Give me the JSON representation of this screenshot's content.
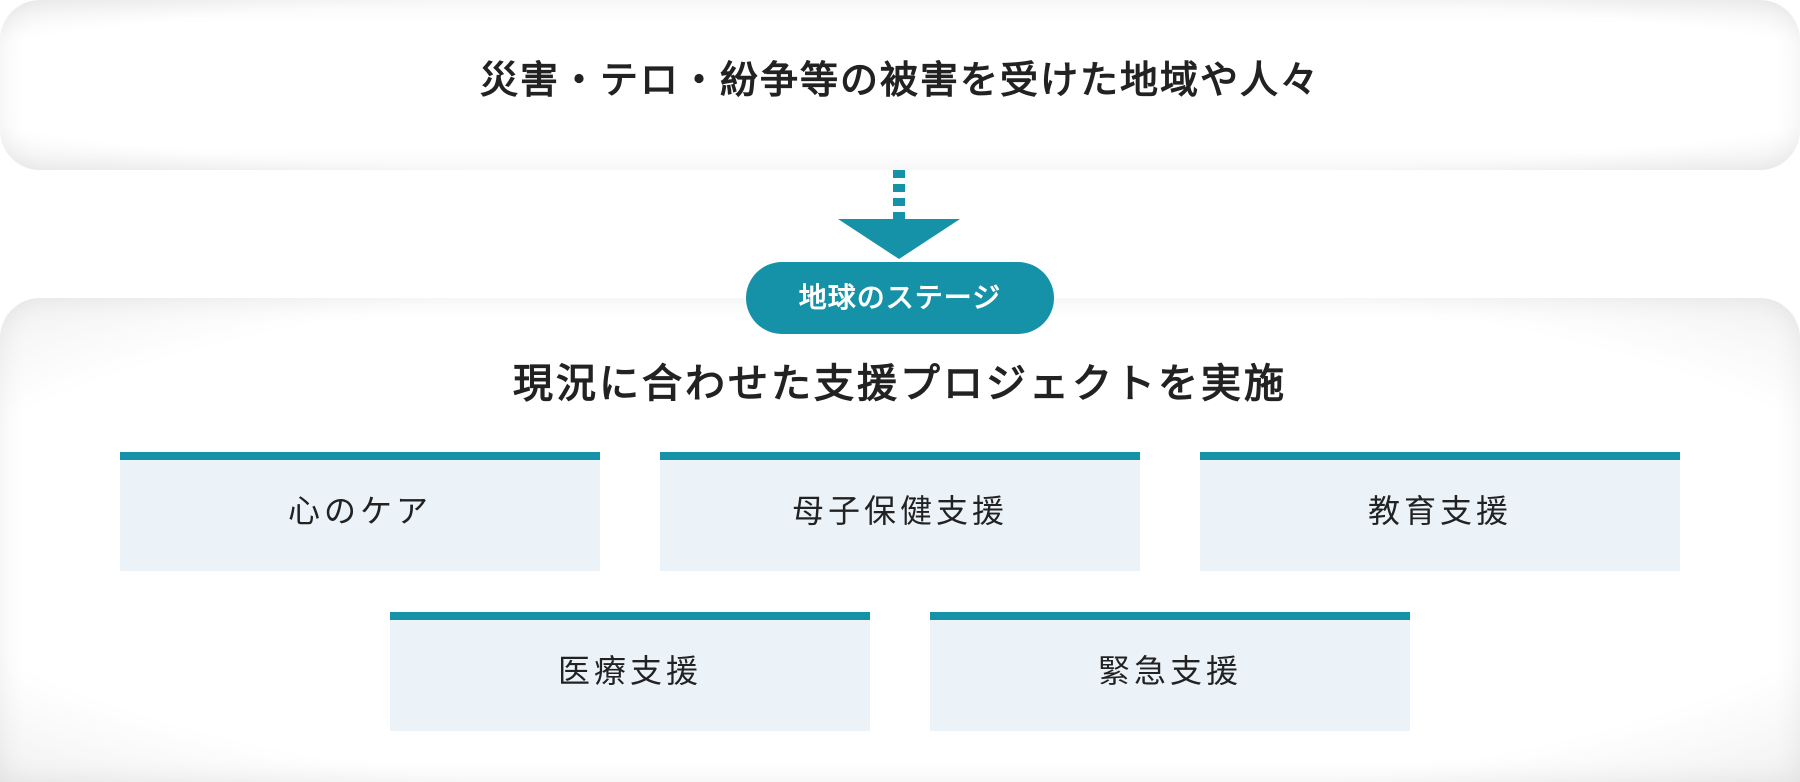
{
  "top_box": {
    "text": "災害・テロ・紛争等の被害を受けた地域や人々"
  },
  "stage_label": "地球のステージ",
  "main_heading": "現況に合わせた支援プロジェクトを実施",
  "projects": [
    "心のケア",
    "母子保健支援",
    "教育支援",
    "医療支援",
    "緊急支援"
  ],
  "colors": {
    "accent": "#1592a8",
    "card_background": "#ebf3f9",
    "text": "#222222"
  }
}
